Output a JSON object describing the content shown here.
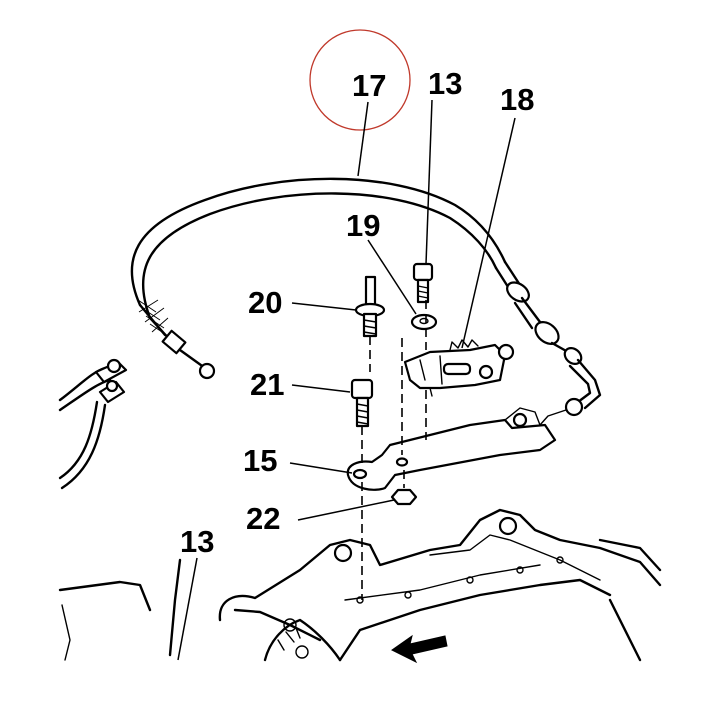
{
  "diagram": {
    "callouts": [
      {
        "id": "17",
        "text": "17"
      },
      {
        "id": "13a",
        "text": "13"
      },
      {
        "id": "18",
        "text": "18"
      },
      {
        "id": "19",
        "text": "19"
      },
      {
        "id": "20",
        "text": "20"
      },
      {
        "id": "21",
        "text": "21"
      },
      {
        "id": "15",
        "text": "15"
      },
      {
        "id": "22",
        "text": "22"
      },
      {
        "id": "13b",
        "text": "13"
      }
    ],
    "highlight_color": "#c0392b"
  }
}
